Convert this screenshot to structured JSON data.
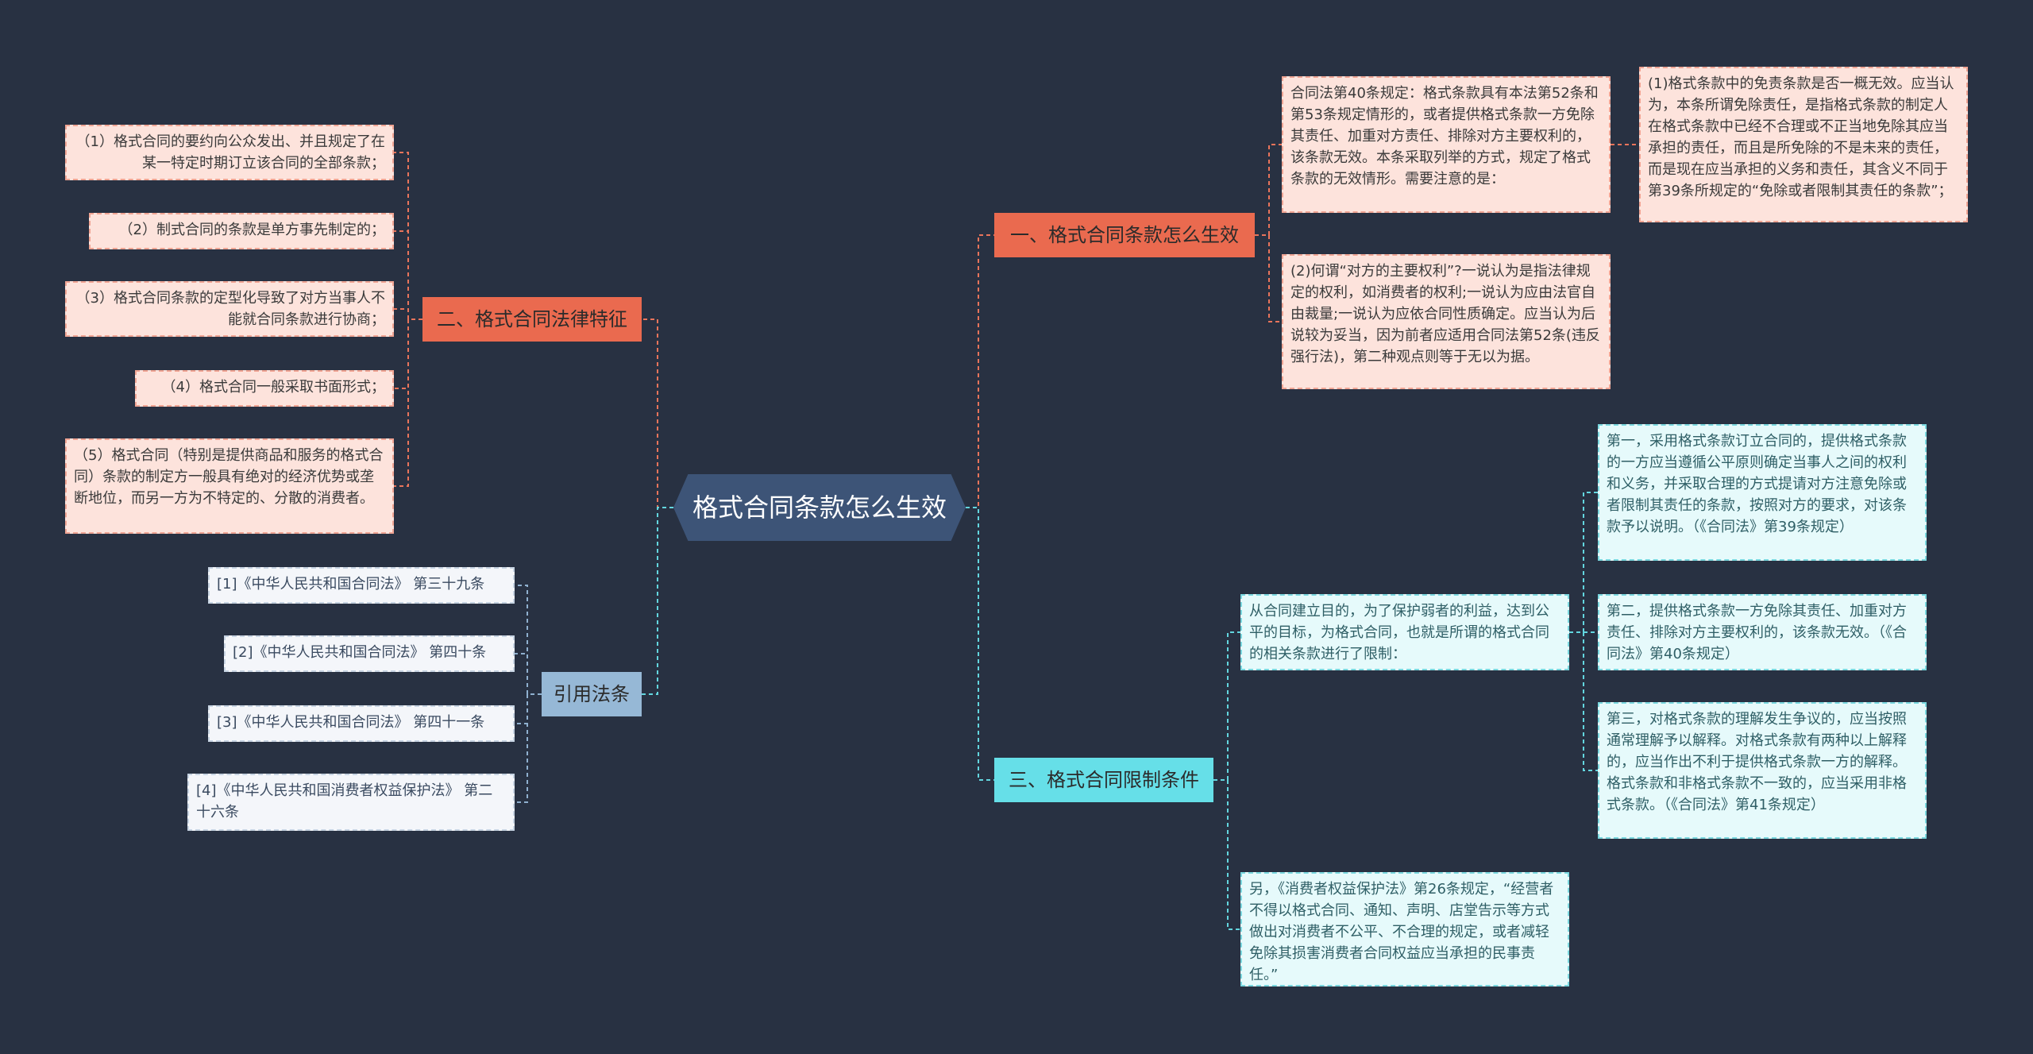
{
  "root": {
    "title": "格式合同条款怎么生效"
  },
  "branches": {
    "b1": {
      "label": "一、格式合同条款怎么生效"
    },
    "b2": {
      "label": "二、格式合同法律特征"
    },
    "b3": {
      "label": "三、格式合同限制条件"
    },
    "b4": {
      "label": "引用法条"
    }
  },
  "b1_items": [
    "合同法第40条规定：格式条款具有本法第52条和第53条规定情形的，或者提供格式条款一方免除其责任、加重对方责任、排除对方主要权利的，该条款无效。本条采取列举的方式，规定了格式条款的无效情形。需要注意的是：",
    "(2)何谓“对方的主要权利”?一说认为是指法律规定的权利，如消费者的权利;一说认为应由法官自由裁量;一说认为应依合同性质确定。应当认为后说较为妥当，因为前者应适用合同法第52条(违反强行法)，第二种观点则等于无以为据。"
  ],
  "b1_sub": "(1)格式条款中的免责条款是否一概无效。应当认为，本条所谓免除责任，是指格式条款的制定人在格式条款中已经不合理或不正当地免除其应当承担的责任，而且是所免除的不是未来的责任，而是现在应当承担的义务和责任，其含义不同于第39条所规定的“免除或者限制其责任的条款”；",
  "b2_items": [
    "（1）格式合同的要约向公众发出、并且规定了在某一特定时期订立该合同的全部条款；",
    "（2）制式合同的条款是单方事先制定的；",
    "（3）格式合同条款的定型化导致了对方当事人不能就合同条款进行协商；",
    "（4）格式合同一般采取书面形式；",
    "（5）格式合同（特别是提供商品和服务的格式合同）条款的制定方一般具有绝对的经济优势或垄断地位，而另一方为不特定的、分散的消费者。"
  ],
  "b3_items": [
    "从合同建立目的，为了保护弱者的利益，达到公平的目标，为格式合同，也就是所谓的格式合同的相关条款进行了限制：",
    "另，《消费者权益保护法》第26条规定，“经营者不得以格式合同、通知、声明、店堂告示等方式做出对消费者不公平、不合理的规定，或者减轻免除其损害消费者合同权益应当承担的民事责任。”"
  ],
  "b3_sub": [
    "第一，采用格式条款订立合同的，提供格式条款的一方应当遵循公平原则确定当事人之间的权利和义务，并采取合理的方式提请对方注意免除或者限制其责任的条款，按照对方的要求，对该条款予以说明。（《合同法》第39条规定）",
    "第二，提供格式条款一方免除其责任、加重对方责任、排除对方主要权利的，该条款无效。（《合同法》第40条规定）",
    "第三，对格式条款的理解发生争议的，应当按照通常理解予以解释。对格式条款有两种以上解释的，应当作出不利于提供格式条款一方的解释。格式条款和非格式条款不一致的，应当采用非格式条款。（《合同法》第41条规定）"
  ],
  "b4_items": [
    "[1]《中华人民共和国合同法》 第三十九条",
    "[2]《中华人民共和国合同法》 第四十条",
    "[3]《中华人民共和国合同法》 第四十一条",
    "[4]《中华人民共和国消费者权益保护法》 第二十六条"
  ],
  "colors": {
    "background": "#283142",
    "root": "#3d5477",
    "red_branch": "#ea6a4f",
    "blue_branch": "#96b8d6",
    "cyan_branch": "#66dfe8",
    "line_red": "#e9745b",
    "line_blue": "#8fb0cf",
    "line_cyan": "#63d6df"
  }
}
